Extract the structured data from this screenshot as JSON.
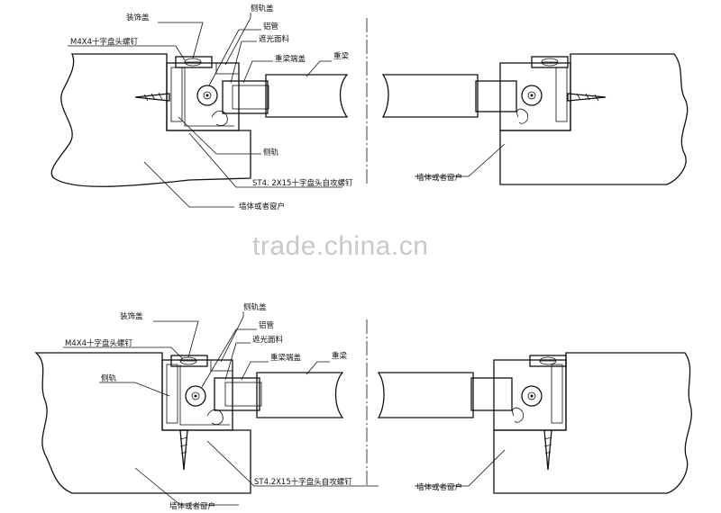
{
  "watermark": "trade.china.cn",
  "colors": {
    "ink": "#111111",
    "wall_fill": "#f3f3f3",
    "speckle": "#555555",
    "watermark": "#c9c9c9"
  },
  "top_diagram": {
    "decor_cover": "装饰盖",
    "side_rail_cover": "侧轨盖",
    "aluminum_tube": "铝管",
    "shading_fabric": "遮光面料",
    "m4_screw": "M4X4十字盘头螺钉",
    "beam_end_cap": "重梁端盖",
    "bottom_beam": "重梁",
    "side_rail": "侧轨",
    "self_tap_screw": "ST4. 2X15十字盘头自攻螺钉",
    "wall_left": "墙体或者窗户",
    "wall_right": "墙体或者窗户"
  },
  "bottom_diagram": {
    "decor_cover": "装饰盖",
    "side_rail_cover": "侧轨盖",
    "aluminum_tube": "铝管",
    "shading_fabric": "遮光面料",
    "m4_screw": "M4X4十字盘头螺钉",
    "side_rail": "侧轨",
    "beam_end_cap": "重梁端盖",
    "bottom_beam": "重梁",
    "self_tap_screw": "ST4.2X15十字盘头自攻螺钉",
    "wall_left": "墙体或者窗户",
    "wall_right": "墙体或者窗户"
  }
}
